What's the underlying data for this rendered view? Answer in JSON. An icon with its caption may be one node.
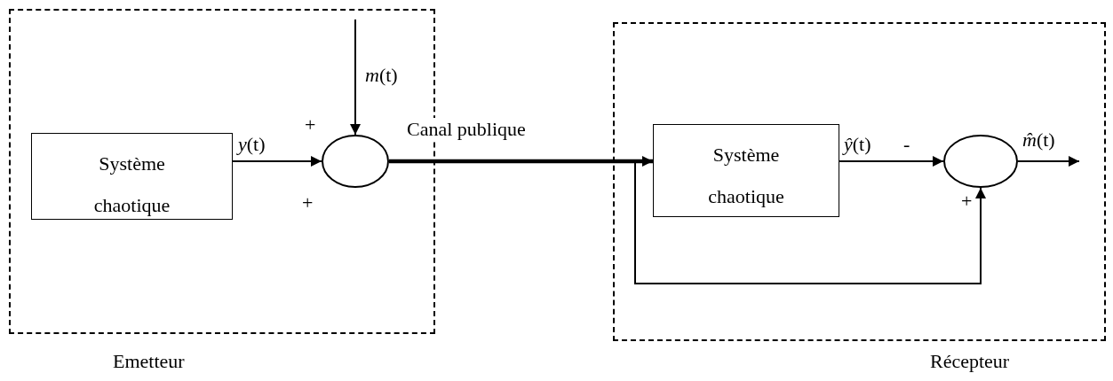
{
  "diagram": {
    "nodes": [
      {
        "text": [
          "Emetteur"
        ]
      },
      {
        "text": [
          "Système chaotique"
        ],
        "in": 0
      },
      {
        "text": [],
        "shape": "circle",
        "in": 0
      },
      {
        "text": [
          "Récepteur"
        ]
      },
      {
        "text": [
          "Système chaotique"
        ],
        "in": 3
      },
      {
        "text": [],
        "shape": "circle",
        "in": 3
      }
    ],
    "edges": [
      {
        "from": null,
        "to": 2,
        "arrow": "to",
        "label": "*m*(t)"
      },
      {
        "from": 1,
        "to": 2,
        "arrow": "to",
        "label": "*y*(t)"
      },
      {
        "from": 2,
        "to": 4,
        "arrow": "to",
        "label": "Canal publique",
        "style": "thick"
      },
      {
        "from": 2,
        "to": 5,
        "arrow": "to"
      },
      {
        "from": 4,
        "to": 5,
        "arrow": "to",
        "label": "*ŷ*(t)"
      },
      {
        "from": 5,
        "to": null,
        "arrow": "to",
        "label": "*m̂*(t)"
      }
    ],
    "labels": [
      "+",
      "-",
      "+",
      "+"
    ]
  }
}
